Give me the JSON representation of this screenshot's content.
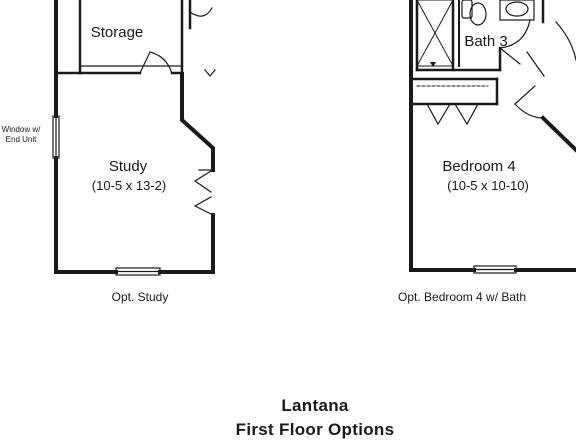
{
  "left_plan": {
    "storage_label": "Storage",
    "study_label": "Study",
    "study_dims": "(10-5 x 13-2)",
    "window_note_line1": "Window w/",
    "window_note_line2": "End Unit",
    "caption": "Opt. Study"
  },
  "right_plan": {
    "bath_label": "Bath 3",
    "bedroom_label": "Bedroom 4",
    "bedroom_dims": "(10-5 x 10-10)",
    "caption": "Opt. Bedroom 4 w/ Bath"
  },
  "title": {
    "line1": "Lantana",
    "line2": "First Floor Options"
  },
  "colors": {
    "wall": "#1a1a1a",
    "background": "#ffffff"
  }
}
